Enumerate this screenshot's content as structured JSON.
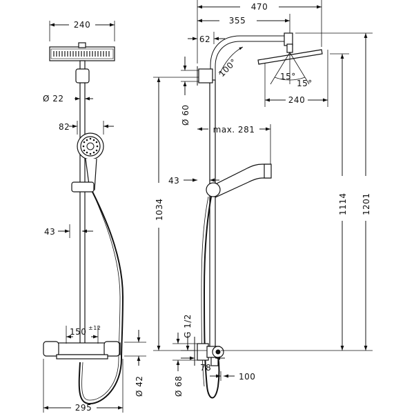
{
  "dimensions": {
    "front_head_width": "240",
    "pipe_diameter": "Ø 22",
    "handshower_width": "82",
    "rail_offset_front": "43",
    "thermostat_spacing": "150",
    "thermostat_tolerance": "±12",
    "total_width": "295",
    "side_total_reach": "470",
    "side_arm_reach": "355",
    "wall_offset": "62",
    "arm_angle": "100°",
    "tilt_left": "15°",
    "tilt_right": "15°",
    "side_head_width": "240",
    "bracket_diameter": "Ø 60",
    "handshower_reach": "max. 281",
    "rail_offset_side": "43",
    "height_1034": "1034",
    "height_1114": "1114",
    "height_1201": "1201",
    "thread": "G 1/2",
    "connector_diameter": "Ø 68",
    "spout_offset": "78",
    "outlet_offset": "100",
    "mixer_depth": "Ø 42"
  }
}
